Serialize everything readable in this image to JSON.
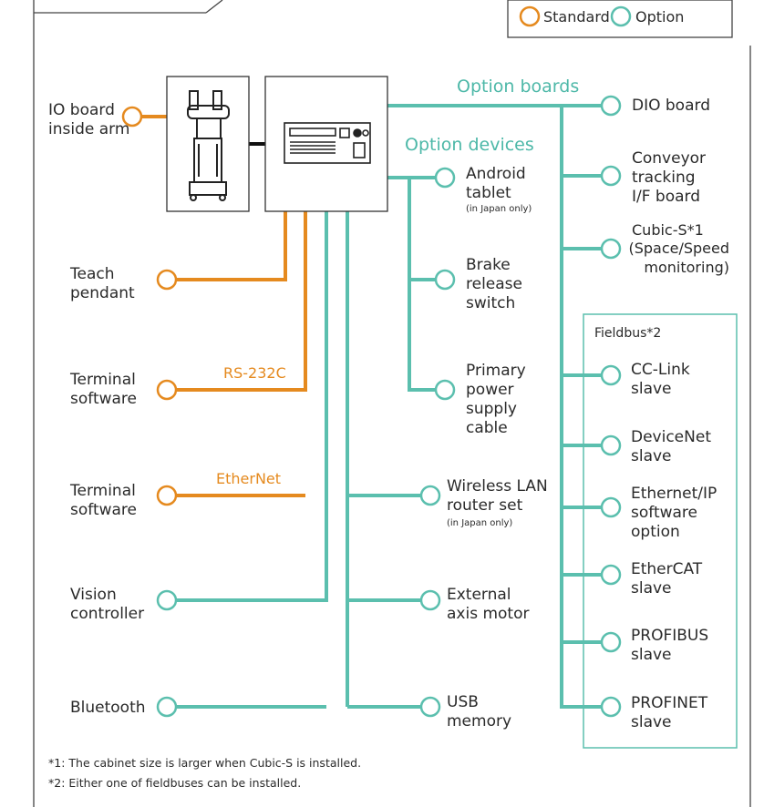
{
  "legend": {
    "standard": "Standard",
    "option": "Option"
  },
  "colors": {
    "standard": "#e58a1f",
    "option": "#5bbfae",
    "frame": "#444444"
  },
  "headings": {
    "option_boards": "Option boards",
    "option_devices": "Option devices",
    "fieldbus": "Fieldbus*2"
  },
  "left": {
    "io_board": "IO board\ninside arm",
    "teach_pendant": "Teach\npendant",
    "terminal_rs": "Terminal\nsoftware",
    "rs232c": "RS-232C",
    "terminal_eth": "Terminal\nsoftware",
    "ethernet": "EtherNet",
    "vision": "Vision\ncontroller",
    "bluetooth": "Bluetooth"
  },
  "devices": {
    "android": "Android\ntablet",
    "android_note": "(in Japan only)",
    "brake": "Brake\nrelease\nswitch",
    "power": "Primary\npower\nsupply\ncable",
    "wlan": "Wireless LAN\nrouter set",
    "wlan_note": "(in Japan only)",
    "external": "External\naxis motor",
    "usb": "USB\nmemory"
  },
  "boards": {
    "dio": "DIO board",
    "conveyor": "Conveyor\ntracking\nI/F board",
    "cubic_title": "Cubic-S*1",
    "cubic_sub": "(Space/Speed\nmonitoring)"
  },
  "fieldbus": {
    "cclink": "CC-Link\nslave",
    "devicenet": "DeviceNet\nslave",
    "ethernetip": "Ethernet/IP\nsoftware\noption",
    "ethercat": "EtherCAT\nslave",
    "profibus": "PROFIBUS\nslave",
    "profinet": "PROFINET\nslave"
  },
  "notes": {
    "n1": "*1: The cabinet size is larger when Cubic-S is installed.",
    "n2": "*2: Either one of fieldbuses can be installed."
  }
}
